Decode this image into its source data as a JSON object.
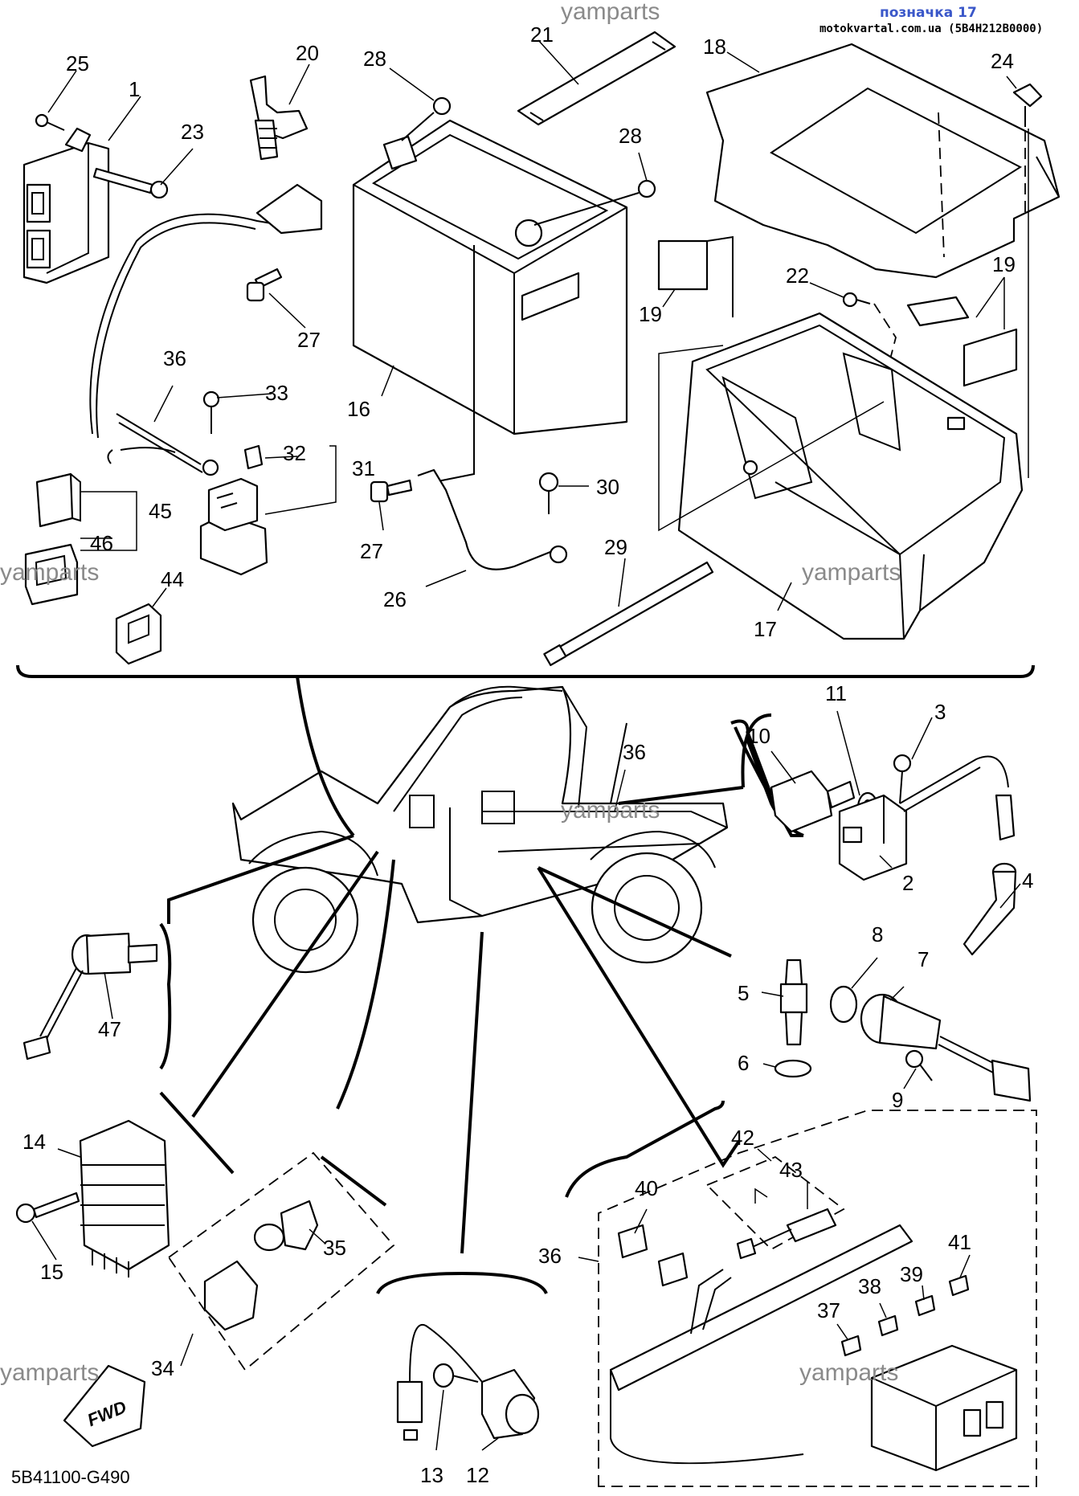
{
  "header": {
    "title": "позначка 17",
    "subtitle": "motokvartal.com.ua (5B4H212B0000)"
  },
  "footer": {
    "diagram_code": "5B41100-G490",
    "fwd_label": "FWD"
  },
  "watermarks": [
    "yamparts",
    "yamparts",
    "yamparts",
    "yamparts",
    "yamparts",
    "yamparts"
  ],
  "callouts": [
    "25",
    "1",
    "20",
    "23",
    "28",
    "21",
    "28",
    "18",
    "24",
    "19",
    "22",
    "19",
    "27",
    "16",
    "36",
    "33",
    "32",
    "31",
    "45",
    "46",
    "44",
    "27",
    "30",
    "26",
    "29",
    "17",
    "11",
    "3",
    "10",
    "36",
    "2",
    "4",
    "47",
    "8",
    "7",
    "5",
    "6",
    "9",
    "14",
    "15",
    "35",
    "34",
    "42",
    "43",
    "40",
    "36",
    "41",
    "39",
    "38",
    "37",
    "13",
    "12"
  ]
}
